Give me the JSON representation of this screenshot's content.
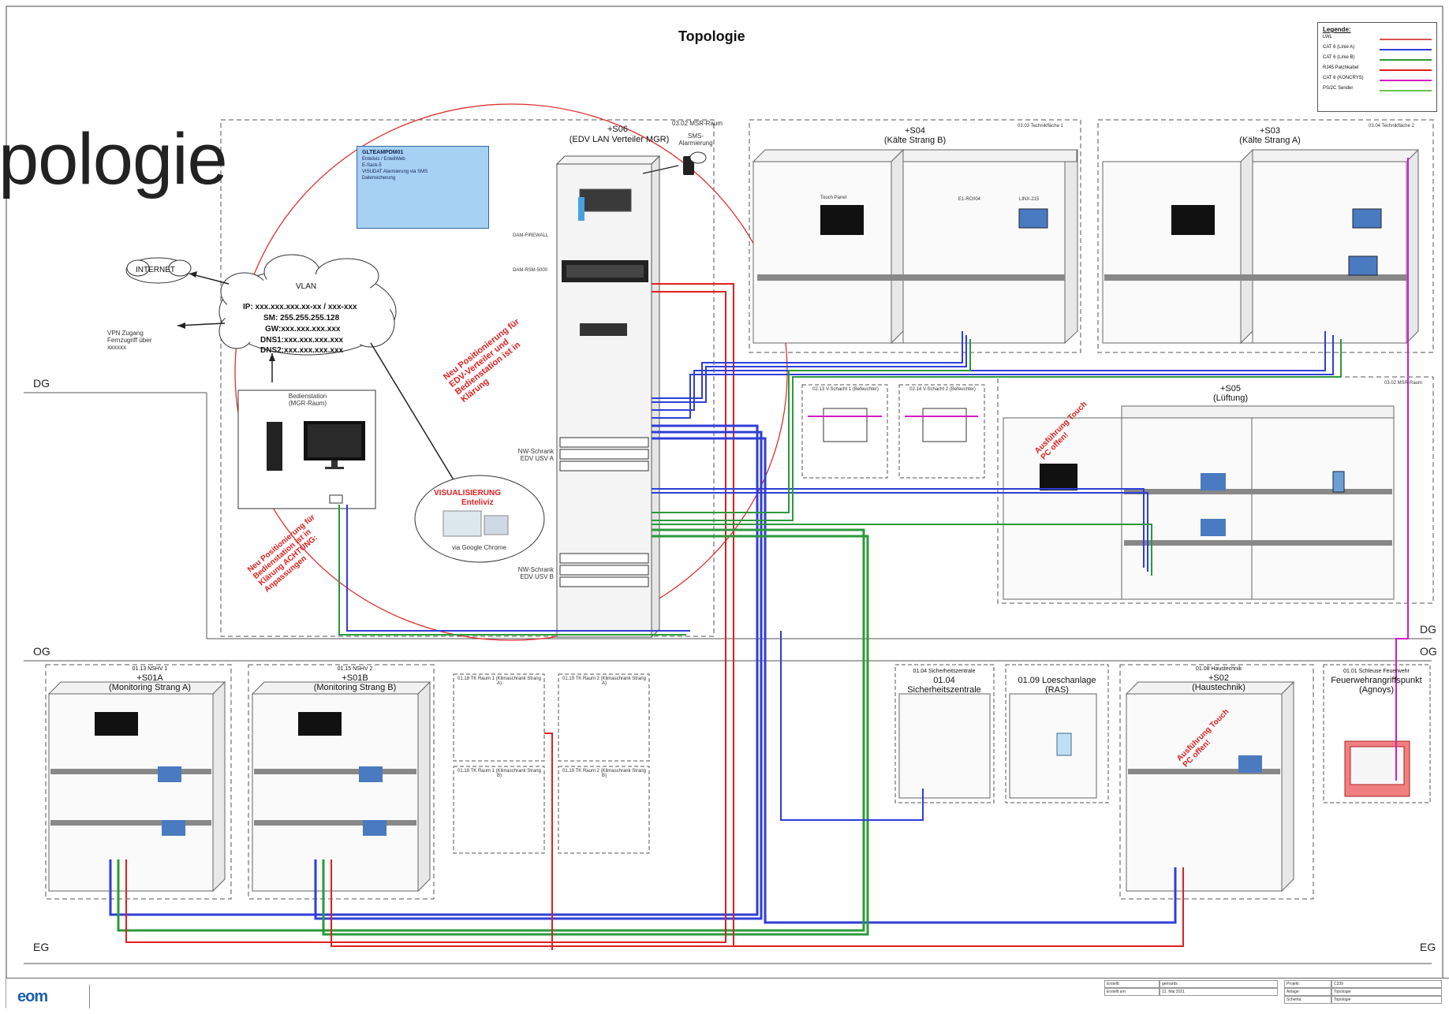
{
  "overlay_title": "pologie",
  "document_title": "Topologie",
  "legend": {
    "heading": "Legende:",
    "entries": [
      {
        "label": "LWL",
        "color": "#d9534f"
      },
      {
        "label": "CAT 6 (Linie A)",
        "color": "#2f3ed8"
      },
      {
        "label": "CAT 6 (Linie B)",
        "color": "#2b9a3b"
      },
      {
        "label": "RJ45 Patchkabel",
        "color": "#e02020"
      },
      {
        "label": "CAT 6 (KONCRYS)",
        "color": "#d21cc6"
      },
      {
        "label": "PS/2C Sender",
        "color": "#6ac04c"
      }
    ]
  },
  "floors": {
    "dg_left": "DG",
    "og_left": "OG",
    "eg_left": "EG",
    "dg_right": "DG",
    "og_right": "OG",
    "eg_right": "EG"
  },
  "cloud_internet": "INTERNET",
  "vpn_label": "VPN Zugang Fernzugriff über xxxxxx",
  "vlan": {
    "title": "VLAN",
    "ip": "IP: xxx.xxx.xxx.xx-xx / xxx-xxx",
    "sm": "SM: 255.255.255.128",
    "gw": "GW:xxx.xxx.xxx.xxx",
    "dns1": "DNS1:xxx.xxx.xxx.xxx",
    "dns2": "DNS2:xxx.xxx.xxx.xxx"
  },
  "bedienstation": {
    "title": "Bedienstation (MGR-Raum)"
  },
  "visualisierung": {
    "title": "VISUALISIERUNG",
    "subtitle": "Enteliviz",
    "caption": "via Google Chrome"
  },
  "server_box": {
    "title": "GLTEAMPDM01",
    "lines": [
      "Enteliviz / EnteliWeb",
      "E-Sack-5",
      "VISUDAT Alarmierung via SMS",
      "Datensicherung"
    ]
  },
  "red_notes": {
    "rack": "Neu Positionierung für EDV-Verteiler und Bedienstation ist in Klärung",
    "bedien": "Neu Positionierung für Bedienstation ist in Klärung ACHTUNG: Anpassungen",
    "lueftung": "Ausführung Touch PC offen!",
    "haustechnik": "Ausführung Touch PC offen!"
  },
  "rack": {
    "id": "+S06",
    "name": "(EDV LAN Verteiler MGR)",
    "room": "03.02 MSR-Raum",
    "sms": "SMS-Alarmierung",
    "usv_a": "NW-Schrank EDV USV A",
    "usv_b": "NW-Schrank EDV USV B",
    "firewall": "DAM-FIREWALL",
    "rack_unit": "DAM-RSM-5000"
  },
  "cabinets": {
    "s04": {
      "id": "+S04",
      "name": "(Kälte Strang B)",
      "room": "03.03 Technikfläche 1"
    },
    "s03": {
      "id": "+S03",
      "name": "(Kälte Strang A)",
      "room": "03.04 Technikfläche 2"
    },
    "s05": {
      "id": "+S05",
      "name": "(Lüftung)",
      "room": "03.02 MSR-Raum"
    },
    "s01a": {
      "room": "01.13 NSHV 1",
      "id": "+S01A",
      "name": "(Monitoring Strang A)"
    },
    "s01b": {
      "room": "01.15 NSHV 2",
      "id": "+S01B",
      "name": "(Monitoring Strang B)"
    },
    "s02": {
      "room": "01.08 Haustechnik",
      "id": "+S02",
      "name": "(Haustechnik)"
    }
  },
  "v_schacht": [
    {
      "title": "02.13 V-Schacht 1 (Befeuchter)"
    },
    {
      "title": "02.14 V-Schacht 2 (Befeuchter)"
    }
  ],
  "tk_rooms": [
    {
      "title": "01.18 TK Raum 1 (Klimaschrank Strang A)"
    },
    {
      "title": "01.19 TK Raum 2 (Klimaschrank Strang A)"
    },
    {
      "title": "01.18 TK Raum 1 (Klimaschrank Strang B)"
    },
    {
      "title": "01.19 TK Raum 2 (Klimaschrank Strang B)"
    }
  ],
  "sicherheitszentrale": {
    "room": "01.04 Sicherheitszentrale",
    "id": "01.04",
    "name": "Sicherheitszentrale"
  },
  "loeschanlage": {
    "title": "01.09 Loeschanlage",
    "sub": "(RAS)"
  },
  "feuerwehr": {
    "room": "01.01 Schleuse Feuerwehr",
    "title": "Feuerwehrangriffspunkt",
    "sub": "(Agnoys)"
  },
  "device_labels": {
    "touch_panel": "Touch Panel",
    "controller": "LINX-215",
    "io_module": "E1-RC004"
  },
  "footer": {
    "logo": "eom",
    "fields": [
      {
        "k": "Erstellt:",
        "v": "gerhards"
      },
      {
        "k": "Erstellt am:",
        "v": "12. Mai 2021"
      },
      {
        "k": "Projekt:",
        "v": "C339"
      },
      {
        "k": "Anlage:",
        "v": "Topologie"
      },
      {
        "k": "Schema:",
        "v": "Topologie"
      }
    ]
  }
}
